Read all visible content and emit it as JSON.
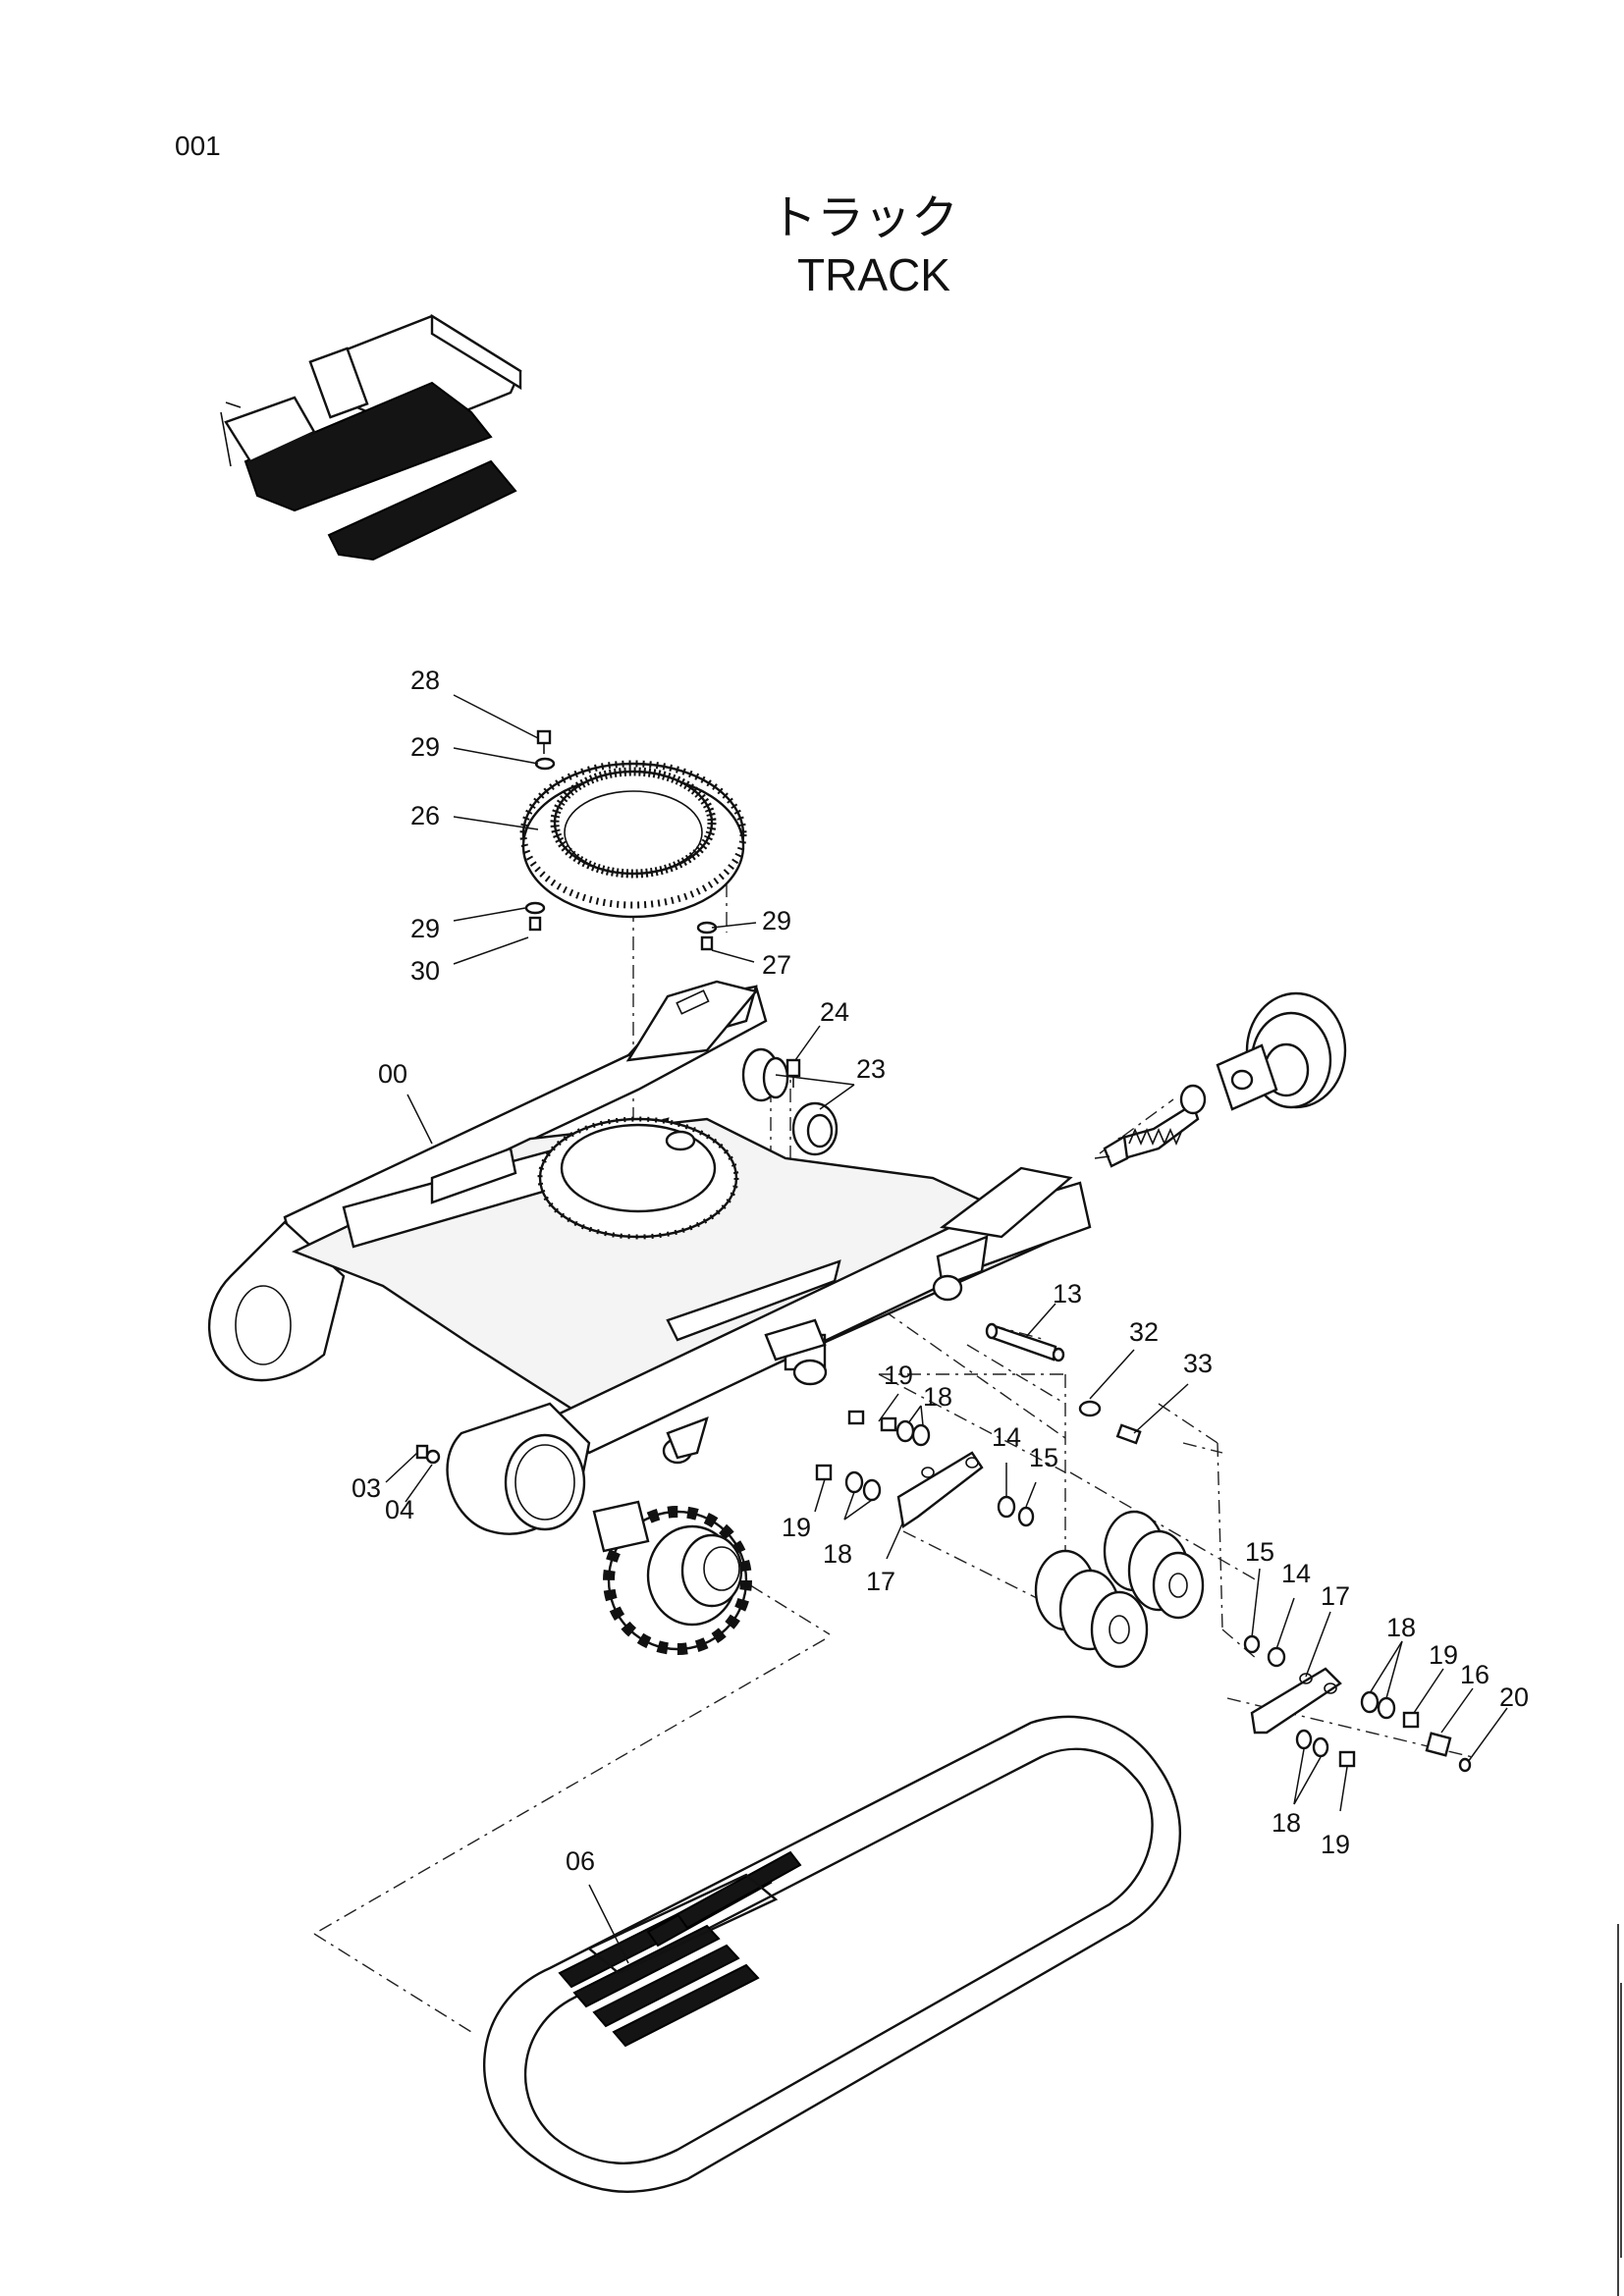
{
  "page_number": "001",
  "title_jp": "トラック",
  "title_en": "TRACK",
  "part_labels": [
    {
      "id": "label-28",
      "text": "28"
    },
    {
      "id": "label-29a",
      "text": "29"
    },
    {
      "id": "label-26",
      "text": "26"
    },
    {
      "id": "label-29b",
      "text": "29"
    },
    {
      "id": "label-30",
      "text": "30"
    },
    {
      "id": "label-29c",
      "text": "29"
    },
    {
      "id": "label-27",
      "text": "27"
    },
    {
      "id": "label-24",
      "text": "24"
    },
    {
      "id": "label-23",
      "text": "23"
    },
    {
      "id": "label-00",
      "text": "00"
    },
    {
      "id": "label-13",
      "text": "13"
    },
    {
      "id": "label-32",
      "text": "32"
    },
    {
      "id": "label-33",
      "text": "33"
    },
    {
      "id": "label-19a",
      "text": "19"
    },
    {
      "id": "label-18a",
      "text": "18"
    },
    {
      "id": "label-14a",
      "text": "14"
    },
    {
      "id": "label-15a",
      "text": "15"
    },
    {
      "id": "label-03",
      "text": "03"
    },
    {
      "id": "label-04",
      "text": "04"
    },
    {
      "id": "label-19b",
      "text": "19"
    },
    {
      "id": "label-18b",
      "text": "18"
    },
    {
      "id": "label-17a",
      "text": "17"
    },
    {
      "id": "label-15b",
      "text": "15"
    },
    {
      "id": "label-14b",
      "text": "14"
    },
    {
      "id": "label-17b",
      "text": "17"
    },
    {
      "id": "label-18c",
      "text": "18"
    },
    {
      "id": "label-19c",
      "text": "19"
    },
    {
      "id": "label-16",
      "text": "16"
    },
    {
      "id": "label-20",
      "text": "20"
    },
    {
      "id": "label-18d",
      "text": "18"
    },
    {
      "id": "label-19d",
      "text": "19"
    },
    {
      "id": "label-06",
      "text": "06"
    }
  ]
}
